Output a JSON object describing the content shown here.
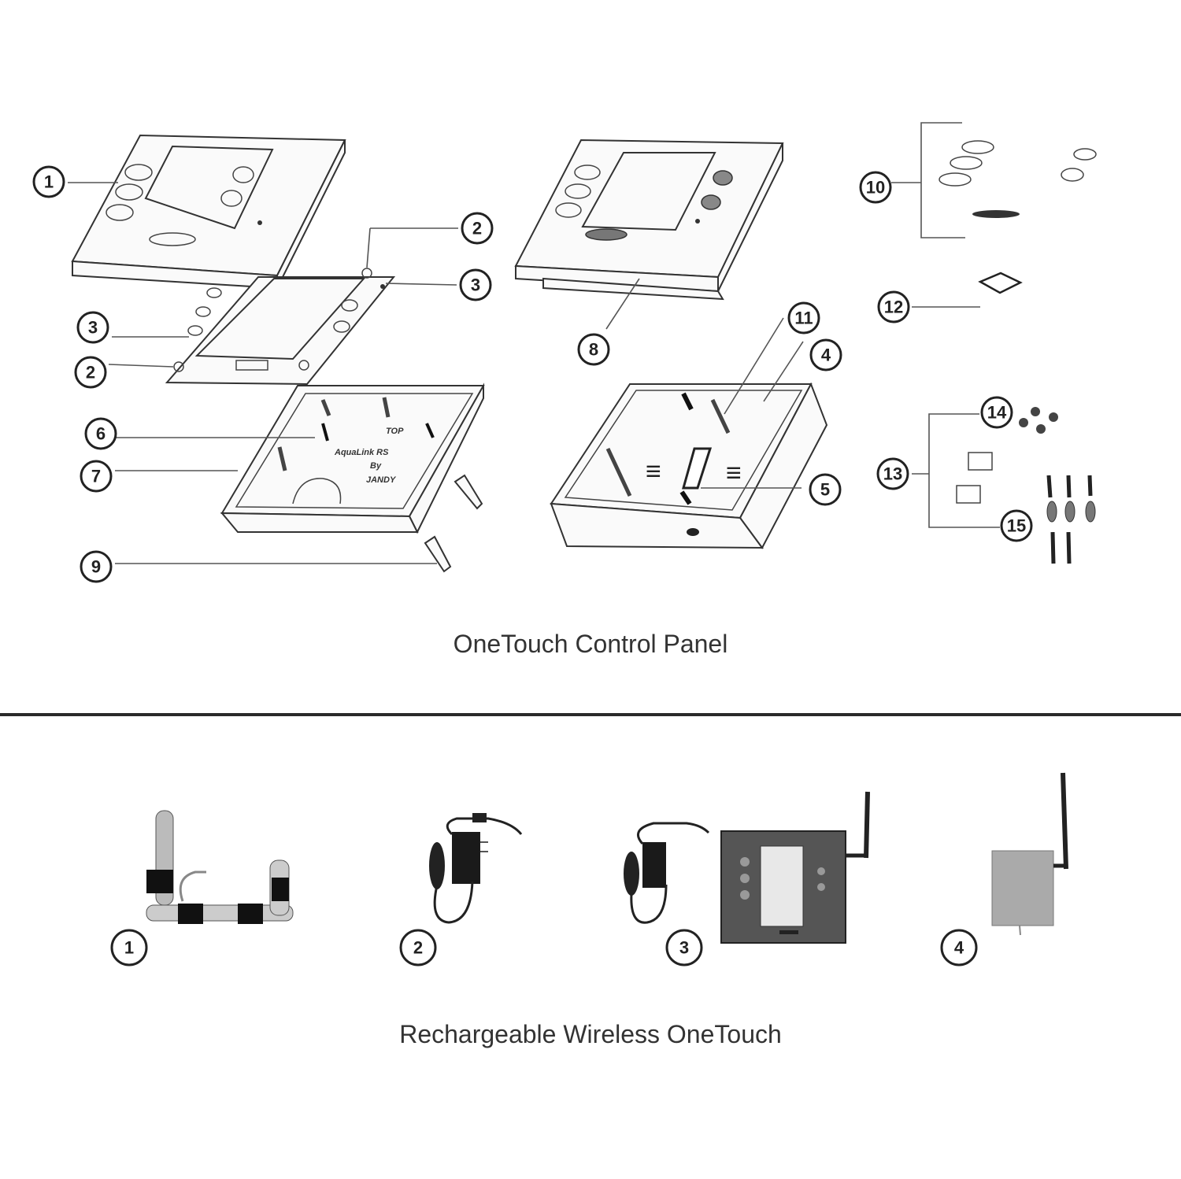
{
  "sections": [
    {
      "title": "OneTouch Control Panel",
      "callouts": [
        "1",
        "2",
        "3",
        "3",
        "2",
        "6",
        "7",
        "9",
        "8",
        "11",
        "4",
        "5",
        "10",
        "12",
        "13",
        "14",
        "15"
      ]
    },
    {
      "title": "Rechargeable Wireless OneTouch",
      "callouts": [
        "1",
        "2",
        "3",
        "4"
      ]
    }
  ],
  "board_labels": {
    "line1": "TOP",
    "line2": "AquaLink RS",
    "line3": "By",
    "line4": "JANDY"
  },
  "colors": {
    "line": "#222222",
    "background": "#ffffff",
    "separator": "#2a2a2a"
  }
}
